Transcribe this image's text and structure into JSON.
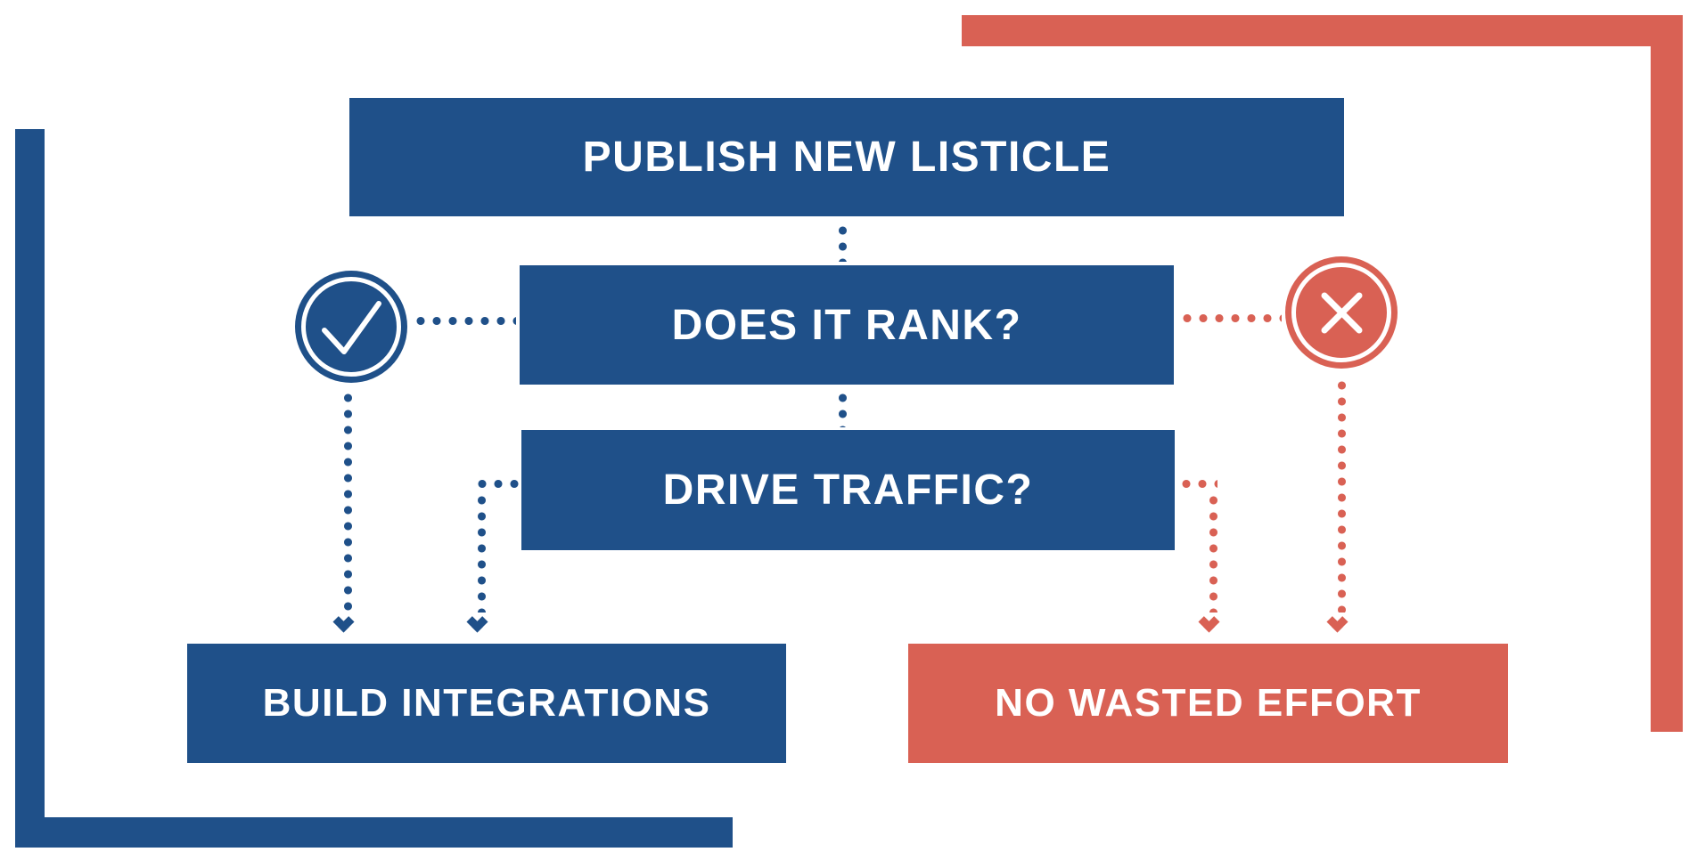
{
  "diagram": {
    "type": "flowchart",
    "title": null,
    "colors": {
      "blue": "#1F5089",
      "coral": "#D96154",
      "background": "#FFFFFF",
      "text": "#FFFFFF"
    },
    "nodes": {
      "publish": {
        "label": "PUBLISH NEW LISTICLE",
        "color": "#1F5089"
      },
      "rank": {
        "label": "DOES IT RANK?",
        "color": "#1F5089"
      },
      "traffic": {
        "label": "DRIVE TRAFFIC?",
        "color": "#1F5089"
      },
      "build": {
        "label": "BUILD INTEGRATIONS",
        "color": "#1F5089"
      },
      "no_waste": {
        "label": "NO WASTED EFFORT",
        "color": "#D96154"
      }
    },
    "icons": {
      "yes": {
        "name": "check-icon",
        "color": "#1F5089"
      },
      "no": {
        "name": "x-icon",
        "color": "#D96154"
      }
    },
    "edges": [
      {
        "from": "publish",
        "to": "rank",
        "style": "dotted",
        "color": "blue"
      },
      {
        "from": "rank",
        "to": "check-icon",
        "style": "dotted",
        "color": "blue"
      },
      {
        "from": "rank",
        "to": "x-icon",
        "style": "dotted",
        "color": "coral"
      },
      {
        "from": "rank",
        "to": "traffic",
        "style": "dotted",
        "color": "blue"
      },
      {
        "from": "check-icon",
        "to": "build",
        "style": "dotted-arrow",
        "color": "blue"
      },
      {
        "from": "traffic",
        "to": "build",
        "style": "dotted-arrow",
        "color": "blue"
      },
      {
        "from": "traffic",
        "to": "no_waste",
        "style": "dotted-arrow",
        "color": "coral"
      },
      {
        "from": "x-icon",
        "to": "no_waste",
        "style": "dotted-arrow",
        "color": "coral"
      }
    ],
    "decorations": [
      {
        "name": "corner-frame-top-right",
        "color": "#D96154"
      },
      {
        "name": "corner-frame-bottom-left",
        "color": "#1F5089"
      }
    ]
  }
}
